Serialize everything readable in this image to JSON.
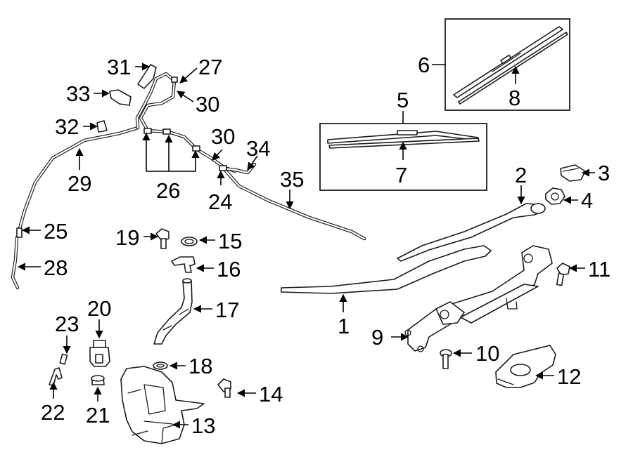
{
  "callouts": {
    "c1": "1",
    "c2": "2",
    "c3": "3",
    "c4": "4",
    "c5": "5",
    "c6": "6",
    "c7": "7",
    "c8": "8",
    "c9": "9",
    "c10": "10",
    "c11": "11",
    "c12": "12",
    "c13": "13",
    "c14": "14",
    "c15": "15",
    "c16": "16",
    "c17": "17",
    "c18": "18",
    "c19": "19",
    "c20": "20",
    "c21": "21",
    "c22": "22",
    "c23": "23",
    "c24": "24",
    "c25": "25",
    "c26": "26",
    "c27": "27",
    "c28": "28",
    "c29": "29",
    "c30a": "30",
    "c30b": "30",
    "c31": "31",
    "c32": "32",
    "c33": "33",
    "c34": "34",
    "c35": "35"
  }
}
